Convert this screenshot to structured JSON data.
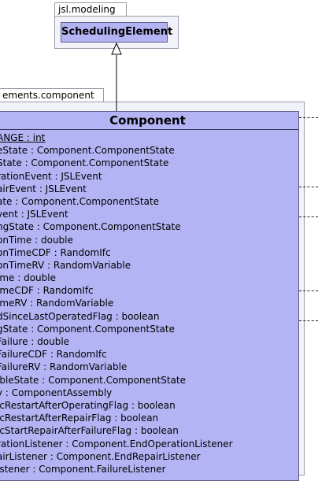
{
  "packages": {
    "top_name": "jsl.modeling",
    "component_pkg_name": "ements.component"
  },
  "classes": {
    "parent": "SchedulingElement",
    "main": "Component"
  },
  "attributes": [
    {
      "text": "ANGE : int",
      "static": true
    },
    {
      "text": "eState : Component.ComponentState",
      "static": false
    },
    {
      "text": "State : Component.ComponentState",
      "static": false
    },
    {
      "text": "rationEvent : JSLEvent",
      "static": false
    },
    {
      "text": "airEvent : JSLEvent",
      "static": false
    },
    {
      "text": "ate : Component.ComponentState",
      "static": false
    },
    {
      "text": "vent : JSLEvent",
      "static": false
    },
    {
      "text": "ngState : Component.ComponentState",
      "static": false
    },
    {
      "text": "onTime : double",
      "static": false
    },
    {
      "text": "onTimeCDF : RandomIfc",
      "static": false
    },
    {
      "text": "onTimeRV : RandomVariable",
      "static": false
    },
    {
      "text": "ime : double",
      "static": false
    },
    {
      "text": "imeCDF : RandomIfc",
      "static": false
    },
    {
      "text": "imeRV : RandomVariable",
      "static": false
    },
    {
      "text": "dSinceLastOperatedFlag : boolean",
      "static": false
    },
    {
      "text": "gState : Component.ComponentState",
      "static": false
    },
    {
      "text": "Failure : double",
      "static": false
    },
    {
      "text": "FailureCDF : RandomIfc",
      "static": false
    },
    {
      "text": "FailureRV : RandomVariable",
      "static": false
    },
    {
      "text": "ibleState : Component.ComponentState",
      "static": false
    },
    {
      "text": "y : ComponentAssembly",
      "static": false
    },
    {
      "text": "icRestartAfterOperatingFlag : boolean",
      "static": false
    },
    {
      "text": "icRestartAfterRepairFlag : boolean",
      "static": false
    },
    {
      "text": "icStartRepairAfterFailureFlag : boolean",
      "static": false
    },
    {
      "text": "rationListener : Component.EndOperationListener",
      "static": false
    },
    {
      "text": "airListener : Component.EndRepairListener",
      "static": false
    },
    {
      "text": "istener : Component.FailureListener",
      "static": false
    }
  ],
  "colors": {
    "class_fill": "#b4b4f5",
    "package_fill": "#f2f2fb"
  }
}
